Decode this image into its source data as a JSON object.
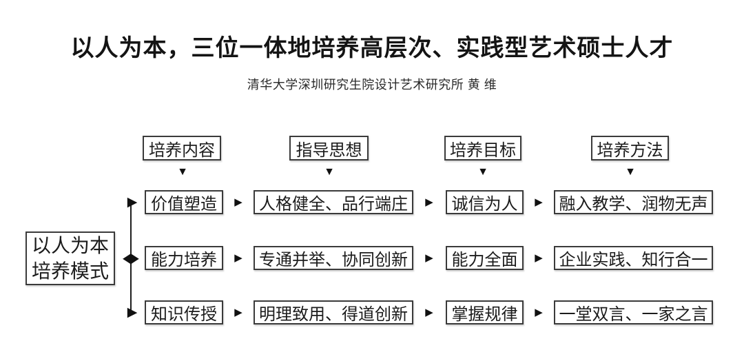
{
  "title": "以人为本，三位一体地培养高层次、实践型艺术硕士人才",
  "subtitle": "清华大学深圳研究生院设计艺术研究所 黄 维",
  "diagram": {
    "root": {
      "label": "以人为本\n培养模式"
    },
    "headers": [
      "培养内容",
      "指导思想",
      "培养目标",
      "培养方法"
    ],
    "rows": [
      [
        "价值塑造",
        "人格健全、品行端庄",
        "诚信为人",
        "融入教学、润物无声"
      ],
      [
        "能力培养",
        "专通并举、协同创新",
        "能力全面",
        "企业实践、知行合一"
      ],
      [
        "知识传授",
        "明理致用、得道创新",
        "掌握规律",
        "一堂双言、一家之言"
      ]
    ],
    "icons": {
      "right_arrow": "▶",
      "down_arrow": "▼",
      "diamond": "◆"
    },
    "colors": {
      "background": "#ffffff",
      "text": "#1b1b1b",
      "box_border": "#3a3a3a"
    }
  }
}
